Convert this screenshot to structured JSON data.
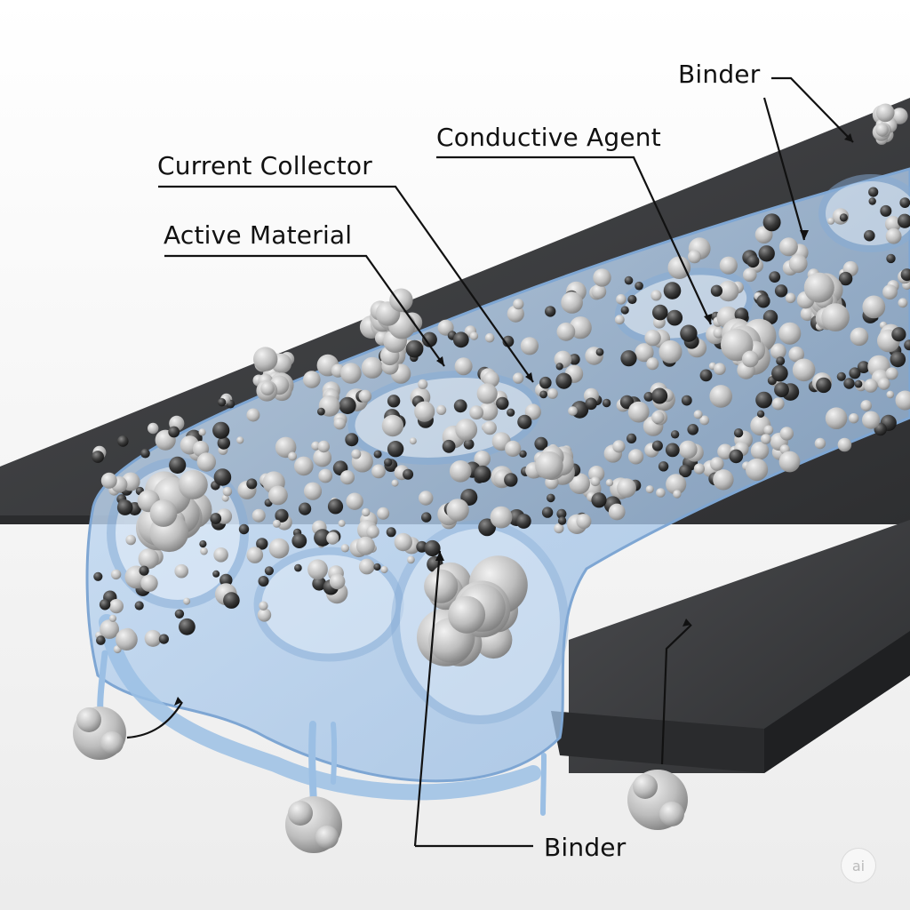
{
  "labels": {
    "binder_top": "Binder",
    "conductive_agent": "Conductive Agent",
    "current_collector": "Current Collector",
    "active_material": "Active Material",
    "binder_bottom": "Binder"
  },
  "watermark": "ai",
  "colors": {
    "background": "#f4f4f4",
    "current_collector": "#3a3b3d",
    "binder": "#a9c9ea",
    "active_material": "#c6c6c6",
    "conductive_agent": "#2c2c2c",
    "leader_line": "#111111"
  }
}
